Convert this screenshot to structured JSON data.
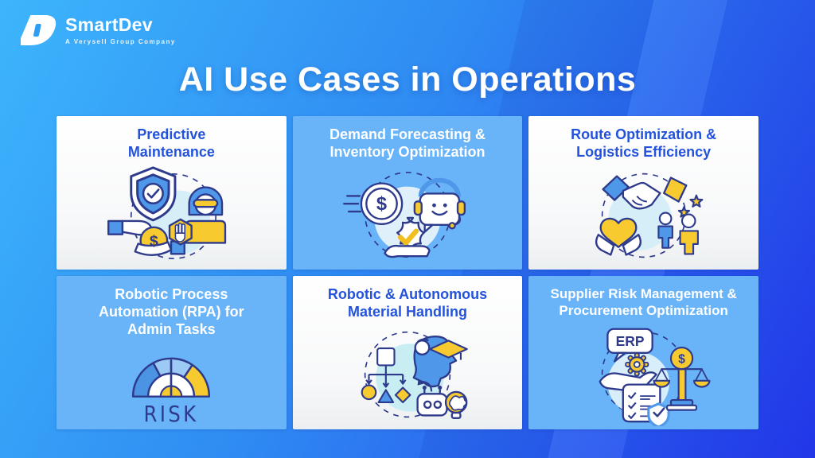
{
  "logo": {
    "brand": "SmartDev",
    "tagline": "A Verysell Group Company"
  },
  "title": "AI Use Cases in Operations",
  "cards": [
    {
      "title": "Predictive Maintenance",
      "variant": "light"
    },
    {
      "title": "Demand Forecasting & Inventory Optimization",
      "variant": "blue"
    },
    {
      "title": "Route Optimization & Logistics Efficiency",
      "variant": "light"
    },
    {
      "title": "Robotic Process Automation (RPA) for Admin Tasks",
      "variant": "blue",
      "gauge_label": "RISK"
    },
    {
      "title": "Robotic & Autonomous Material Handling",
      "variant": "light"
    },
    {
      "title": "Supplier Risk Management & Procurement Optimization",
      "variant": "blue",
      "bubble_label": "ERP"
    }
  ],
  "icons": {
    "card1": "shield-check, hand-giving-dollar-coin, worker-with-goggles, stop-hand-hexagon",
    "card2": "dollar-coin-speedlines, chatbot-headset-face, hand-holding-check-badge",
    "card3": "handshake, hands-holding-heart, two-people-with-stars",
    "card4": "risk-gauge-meter",
    "card5": "head-profile-headphones, graduation-cap, flowchart-shapes, robot-head, brain-lightbulb",
    "card6": "erp-speech-bubble, gear, open-hand, balance-scale-dollar, checklist-shield"
  },
  "colors": {
    "background_top_left": "#3DB5FC",
    "background_bottom_right": "#2438EE",
    "card_light_bg": "#FFFFFF",
    "card_blue_bg": "#69B4F8",
    "card_light_title": "#2353DD",
    "card_blue_title": "#FFFFFF",
    "icon_outline_navy": "#2E3A8C",
    "icon_blue": "#4F97E8",
    "icon_yellow": "#F7CB30",
    "icon_halo_cyan": "#D5EEF7"
  }
}
